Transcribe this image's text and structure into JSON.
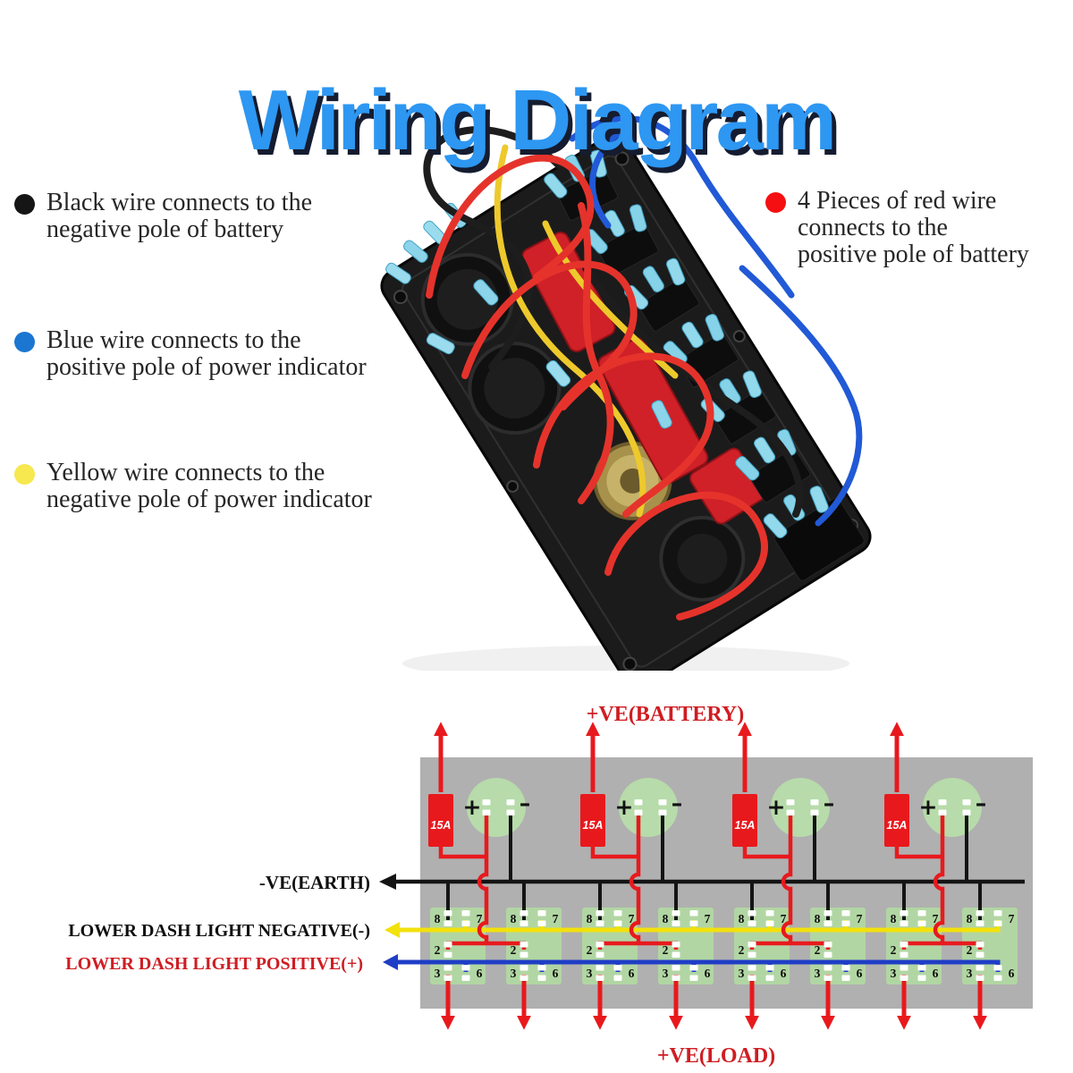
{
  "title": "Wiring Diagram",
  "legend": {
    "items": [
      {
        "id": "black",
        "bullet_color": "#151515",
        "lines": [
          "Black wire connects to the",
          "negative pole of battery"
        ]
      },
      {
        "id": "blue",
        "bullet_color": "#1b76d2",
        "lines": [
          "Blue wire connects to the",
          "positive pole of power indicator"
        ]
      },
      {
        "id": "yellow",
        "bullet_color": "#f6e84e",
        "lines": [
          "Yellow wire connects to the",
          "negative pole of power indicator"
        ]
      },
      {
        "id": "red",
        "bullet_color": "#f50f12",
        "lines": [
          "4 Pieces of red wire",
          "connects to the",
          "positive pole of battery"
        ]
      }
    ]
  },
  "photo": {
    "description": "Back side of a black marine rocker switch panel with red, blue, yellow and black wires and blue crimp connectors"
  },
  "diagram": {
    "fuse_label": "15A",
    "fuse_count": 4,
    "switch_count": 8,
    "plus": "+",
    "minus": "–",
    "terminals": {
      "top_left": "8",
      "top_right": "7",
      "middle_left": "2",
      "bottom_left": "3",
      "bottom_right": "6"
    },
    "labels": {
      "battery": "+VE(BATTERY)",
      "earth": "-VE(EARTH)",
      "dash_negative": "LOWER DASH LIGHT NEGATIVE(-)",
      "dash_positive": "LOWER DASH LIGHT POSITIVE(+)",
      "load": "+VE(LOAD)"
    },
    "colors": {
      "panel": "#b0b0b0",
      "indicator_circle": "#b7dbaa",
      "switch_block": "#b1d6a3",
      "fuse": "#e8191d",
      "wire_red": "#e8191d",
      "wire_black": "#141414",
      "wire_yellow": "#f2e10c",
      "wire_blue": "#1f3dc6",
      "label_red": "#cf1d22",
      "label_black": "#101010",
      "pin_white": "#ffffff"
    }
  }
}
